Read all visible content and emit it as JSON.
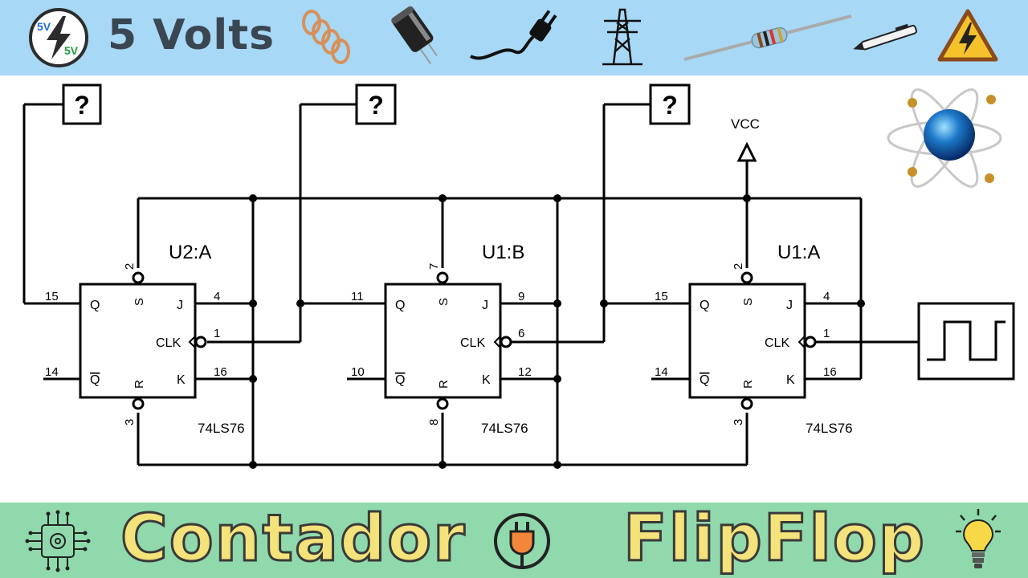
{
  "header": {
    "logo_text_top": "5V",
    "logo_text_bottom": "5V",
    "brand": "5 Volts"
  },
  "footer": {
    "word_left": "Contador",
    "word_right": "FlipFlop"
  },
  "schematic": {
    "output_probe": "?",
    "supply_label": "VCC",
    "chips": [
      {
        "ref": "U2:A",
        "part": "74LS76",
        "pin_s": "2",
        "pin_r": "3",
        "pin_q": "15",
        "pin_qn": "14",
        "pin_j": "4",
        "pin_clk": "1",
        "pin_k": "16"
      },
      {
        "ref": "U1:B",
        "part": "74LS76",
        "pin_s": "7",
        "pin_r": "8",
        "pin_q": "11",
        "pin_qn": "10",
        "pin_j": "9",
        "pin_clk": "6",
        "pin_k": "12"
      },
      {
        "ref": "U1:A",
        "part": "74LS76",
        "pin_s": "2",
        "pin_r": "3",
        "pin_q": "15",
        "pin_qn": "14",
        "pin_j": "4",
        "pin_clk": "1",
        "pin_k": "16"
      }
    ],
    "pin_names": {
      "q": "Q",
      "qn": "Q",
      "s": "S",
      "r": "R",
      "j": "J",
      "k": "K",
      "clk": "CLK"
    }
  }
}
